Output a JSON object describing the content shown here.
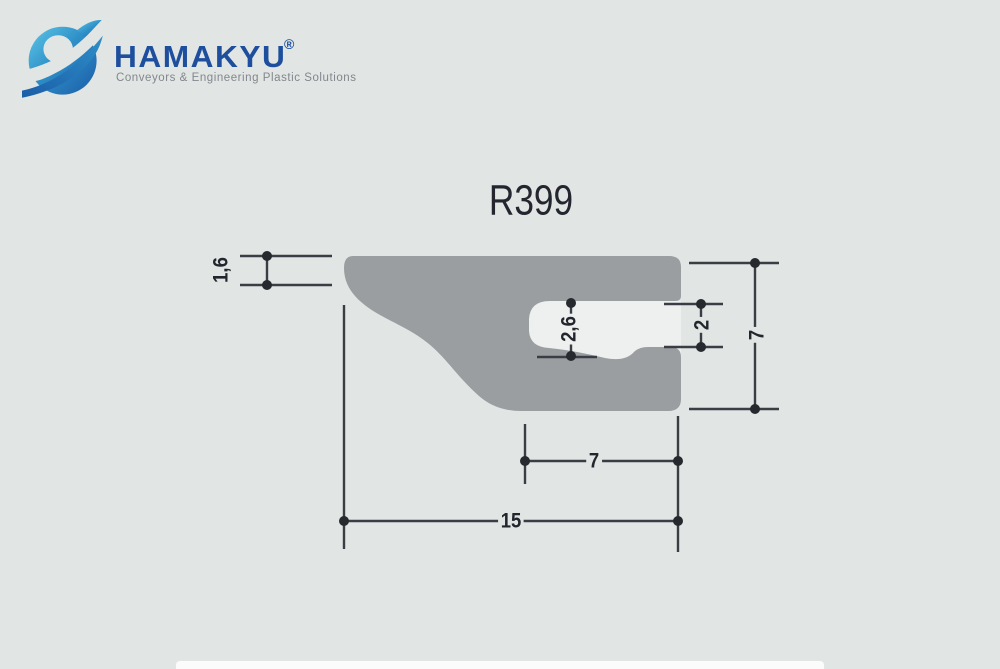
{
  "colors": {
    "background": "#e1e5e3",
    "profile": "#9b9ea1",
    "slot": "#edf0ee",
    "line": "#3a3e44",
    "dot": "#26292e",
    "dim_text": "#23262d",
    "title": "#24252e",
    "logo_navy": "#1d4f9e",
    "logo_light_blue": "#5ec8e8",
    "logo_mid_blue": "#2e8fc7",
    "logo_dark_blue": "#1a5ca8",
    "tagline_gray": "#82878d",
    "panel": "#fafbfa"
  },
  "logo": {
    "brand": "HAMAKYU",
    "registered": "®",
    "tagline": "Conveyors & Engineering Plastic Solutions"
  },
  "diagram": {
    "title": "R399",
    "dim_flange_thickness": "1,6",
    "dim_groove_height": "2,6",
    "dim_opening_height": "2",
    "dim_overall_height": "7",
    "dim_groove_width": "7",
    "dim_overall_width": "15"
  }
}
